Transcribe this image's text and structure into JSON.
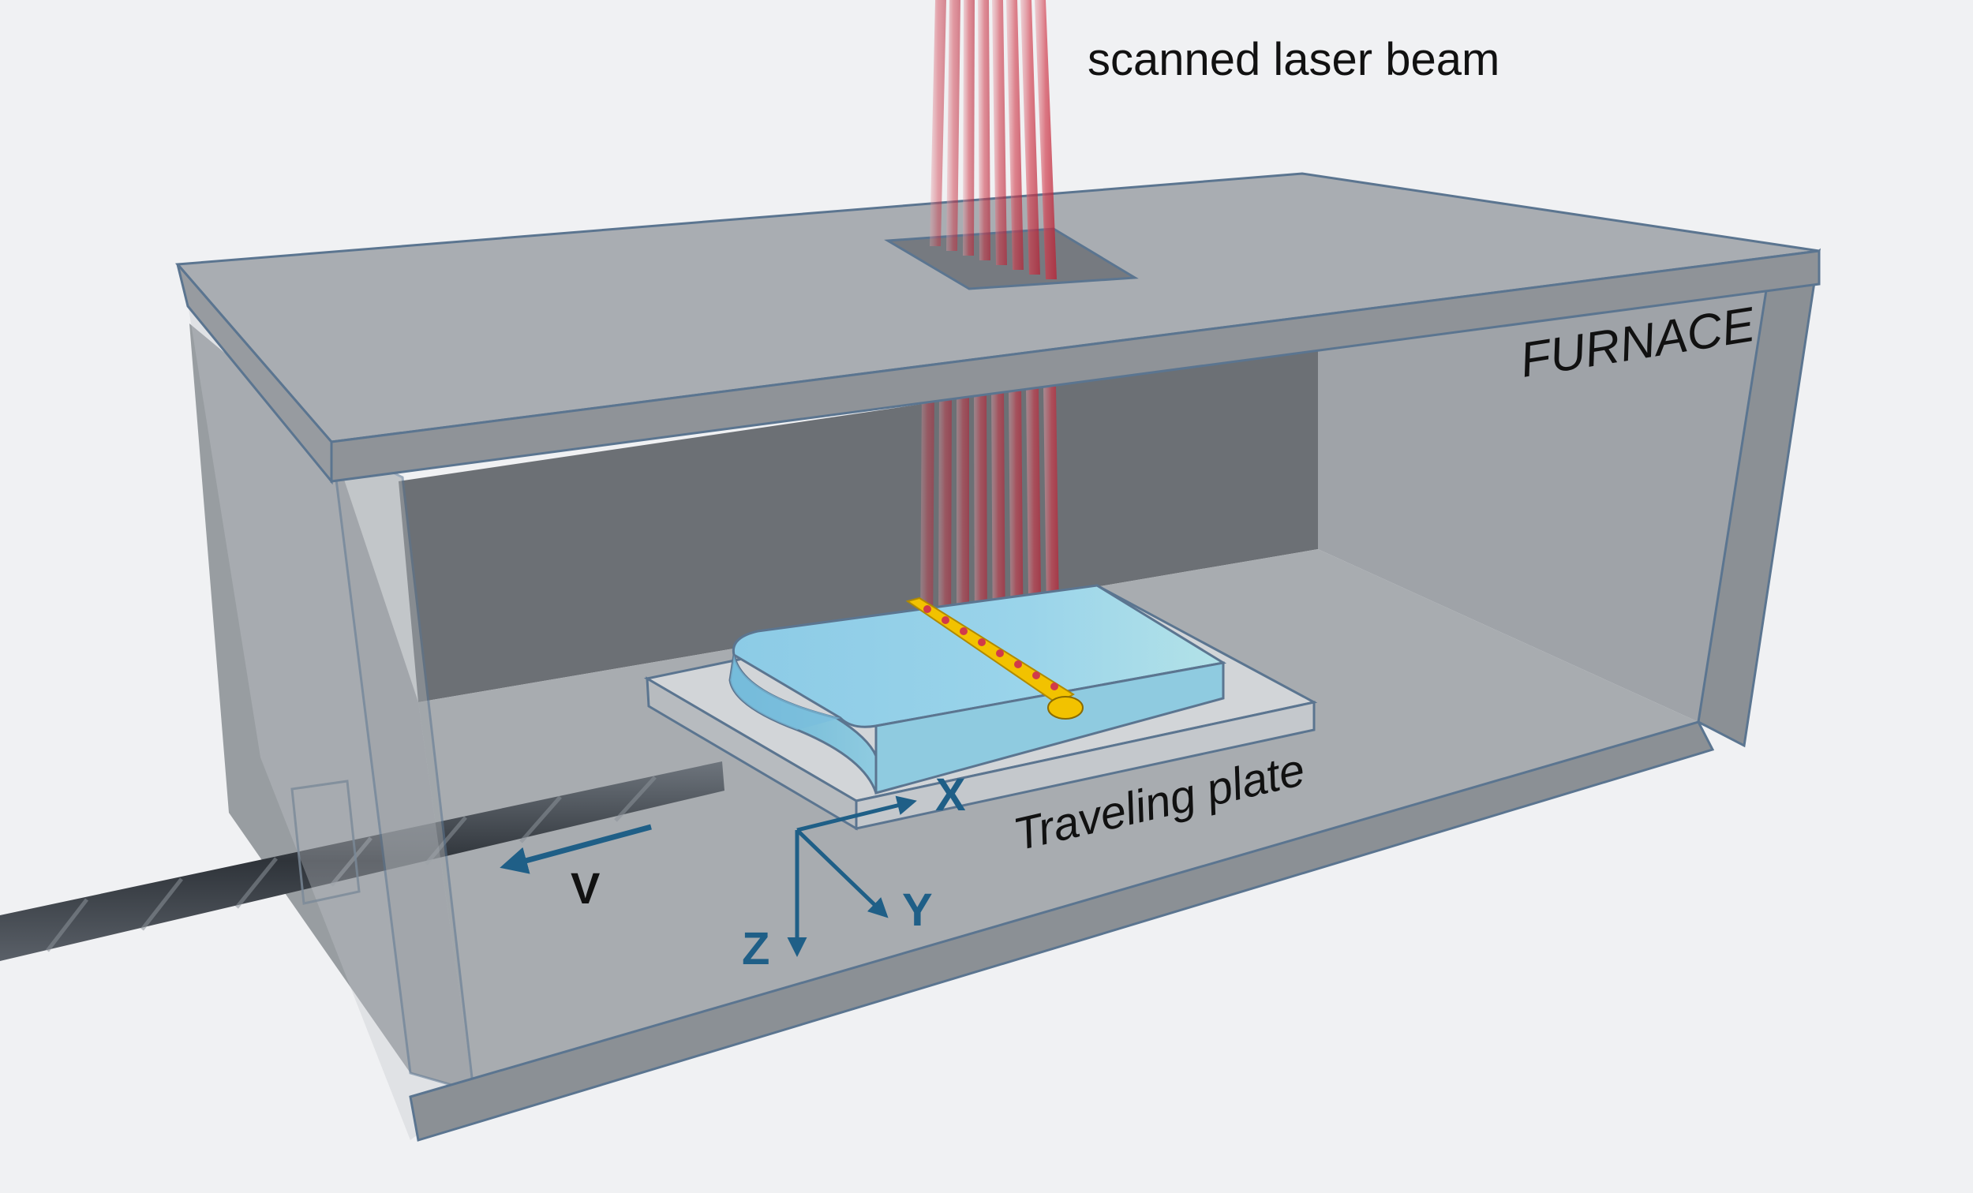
{
  "labels": {
    "laser": "scanned laser beam",
    "furnace": "FURNACE",
    "plate": "Traveling plate",
    "velocity": "V"
  },
  "axes": {
    "x": "X",
    "y": "Y",
    "z": "Z"
  },
  "colors": {
    "background": "#f0f1f3",
    "furnace_top": "#a9adb2",
    "furnace_back_wall": "#6c7075",
    "furnace_right_wall": "#9fa3a8",
    "furnace_floor": "#a8acb0",
    "furnace_edge": "#5b7590",
    "plate": "#d2d5d8",
    "sample": "#88c9e4",
    "melt_track": "#f2c200",
    "laser_red": "#d13a4a",
    "axis_blue": "#1f5f87",
    "rod": "#3a4048"
  },
  "icons": {
    "laser_beams": "laser-beam-fan",
    "axis_triad": "xyz-axis-triad",
    "velocity_arrow": "arrow-left-icon"
  }
}
